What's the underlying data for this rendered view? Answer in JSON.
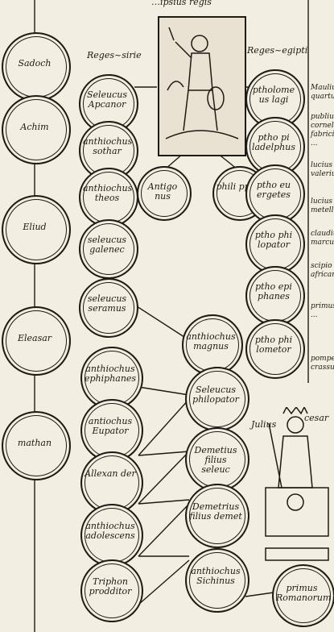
{
  "headers": {
    "regum_syrie": "Reges~sirie",
    "regum_egypti": "Reges~egipti",
    "top_fragment": "…ipsius regis",
    "julius": "Julius",
    "cesar": "cesar"
  },
  "chain_left": [
    "Sadoch",
    "Achim",
    "Eliud",
    "Eleasar",
    "mathan"
  ],
  "syria": [
    "Seleucus Apcanor",
    "anthiochus sothar",
    "anthiochus theos",
    "seleucus galenec",
    "seleucus seramus"
  ],
  "egypt": [
    "ptholome us lagi",
    "ptho pi ladelphus",
    "ptho eu ergetes",
    "ptho phi lopator",
    "ptho epi phanes",
    "ptho phi lometor"
  ],
  "center": [
    "Antigo nus",
    "phili ppus"
  ],
  "magnus": "anthiochus magnus",
  "lower_left": [
    "anthiochus ephiphanes",
    "antiochus Eupator",
    "Allexan der",
    "anthiochus adolescens",
    "Triphon prodditor"
  ],
  "lower_right": [
    "Seleucus philopator",
    "Demetius filius seleuc",
    "Demetrius filius demet",
    "anthiochus Sichinus"
  ],
  "primus": "primus Romanorum",
  "margin_notes": [
    "Maulius quartus",
    "publius cornelius fabricius ...",
    "lucius valerius",
    "lucius metellus",
    "claudius marcus",
    "scipio africanus",
    "primus ...",
    "pompeius crassus"
  ],
  "icons": {
    "king": "knight-figure-icon",
    "caesar": "emperor-figure-icon"
  }
}
